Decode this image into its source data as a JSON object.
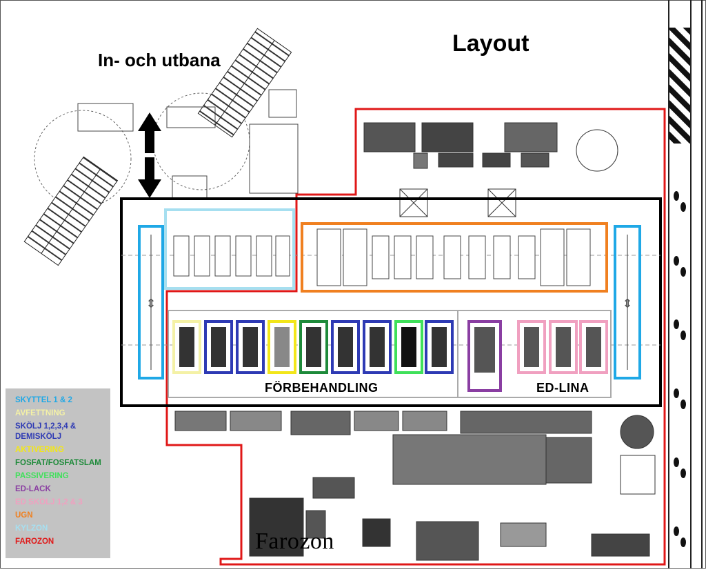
{
  "title": "Layout",
  "lane_label": "In- och utbana",
  "zones": {
    "pretreatment_label": "FÖRBEHANDLING",
    "ed_line_label": "ED-LINA",
    "hazard_label": "Farozon"
  },
  "legend": [
    {
      "label": "SKYTTEL 1 & 2",
      "color": "#1fa8e6"
    },
    {
      "label": "AVFETTNING",
      "color": "#f4f1a6"
    },
    {
      "label": "SKÖLJ 1,2,3,4 & DEMISKÖLJ",
      "color": "#2e3ab4"
    },
    {
      "label": "AKTIVERING",
      "color": "#f2e61a"
    },
    {
      "label": "FOSFAT/FOSFATSLAM",
      "color": "#1e8a3a"
    },
    {
      "label": "PASSIVERING",
      "color": "#3fe05a"
    },
    {
      "label": "ED-LACK",
      "color": "#8a3ea2"
    },
    {
      "label": "ED SKÖLJ 1,2 & 3",
      "color": "#f0a0c0"
    },
    {
      "label": "UGN",
      "color": "#f08020"
    },
    {
      "label": "KYLZON",
      "color": "#a6dff0"
    },
    {
      "label": "FAROZON",
      "color": "#e01818"
    }
  ],
  "colors": {
    "hazard": "#e01818",
    "frame": "#000000",
    "shuttle": "#1fa8e6",
    "cooling": "#a6dff0",
    "oven": "#f08020"
  },
  "icons": [
    "bidirectional-arrow-icon",
    "footprints-icon",
    "warning-stripes"
  ]
}
